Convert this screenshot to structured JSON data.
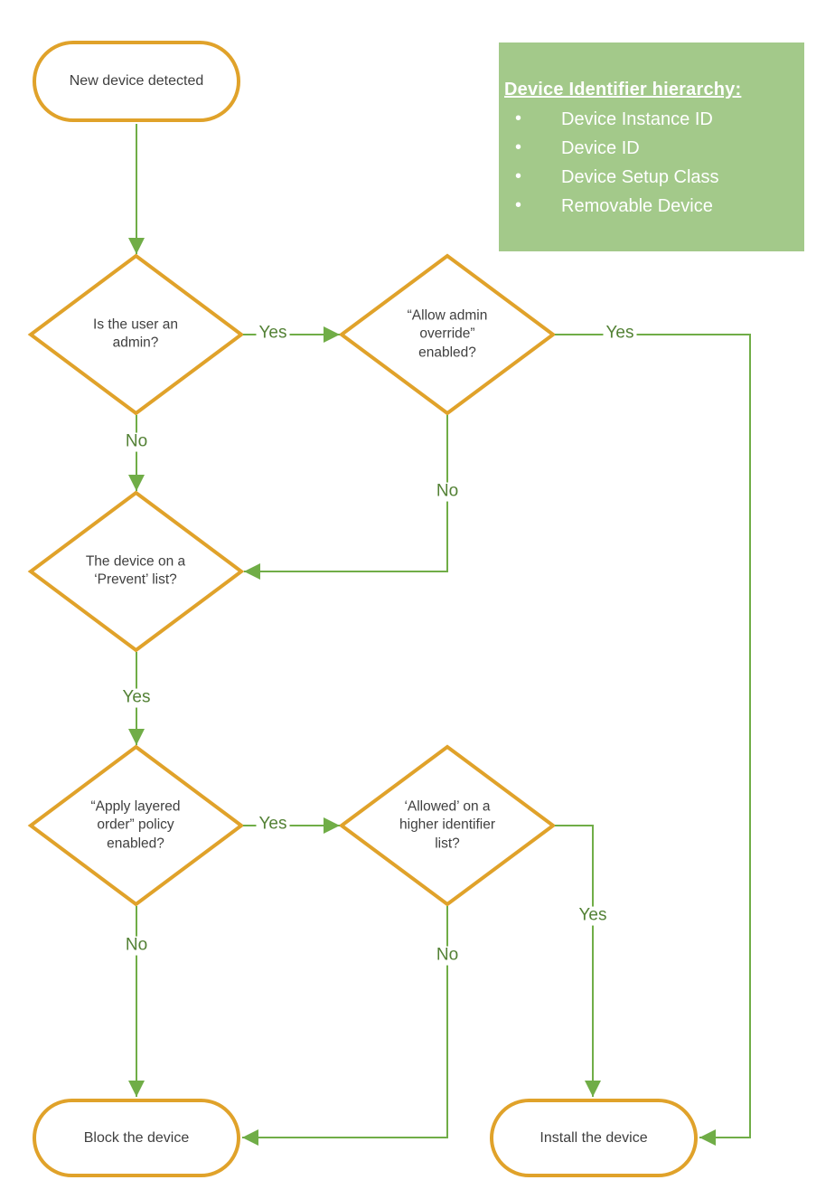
{
  "flowchart": {
    "nodes": {
      "start": "New device detected",
      "admin_check": "Is the user an admin?",
      "admin_override": "“Allow admin override” enabled?",
      "prevent_list": "The device on a ‘Prevent’ list?",
      "layered_order": "“Apply layered order” policy enabled?",
      "higher_identifier": "‘Allowed’ on a higher identifier list?",
      "block": "Block the device",
      "install": "Install the device"
    },
    "edge_labels": {
      "admin_yes": "Yes",
      "override_yes": "Yes",
      "admin_no": "No",
      "override_no": "No",
      "prevent_yes": "Yes",
      "layered_yes": "Yes",
      "higher_yes": "Yes",
      "layered_no": "No",
      "higher_no": "No"
    }
  },
  "legend": {
    "title": "Device Identifier hierarchy:",
    "items": [
      "Device Instance ID",
      "Device ID",
      "Device Setup Class",
      "Removable Device"
    ]
  },
  "colors": {
    "shape_border": "#E0A22A",
    "connector": "#70AD47",
    "edge_label": "#538135",
    "legend_bg": "#A3C98A",
    "node_text": "#3F3F3F"
  }
}
